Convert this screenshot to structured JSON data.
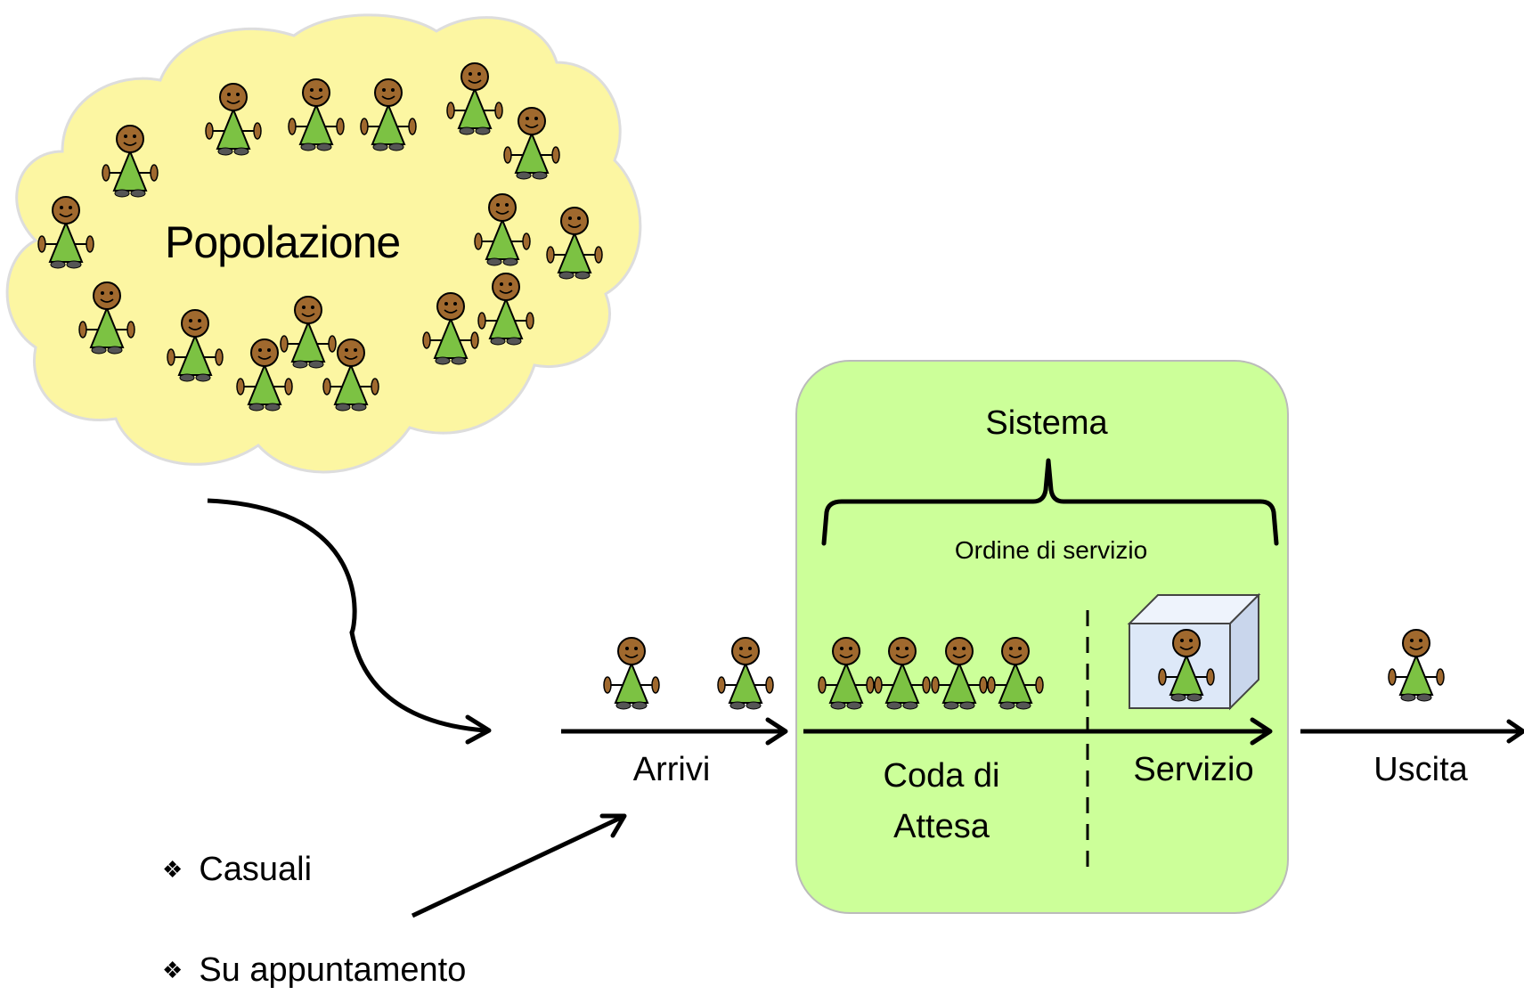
{
  "population": {
    "label": "Popolazione"
  },
  "system": {
    "title": "Sistema",
    "service_order": "Ordine di servizio",
    "queue_label": "Coda di\nAttesa",
    "queue_line1": "Coda di",
    "queue_line2": "Attesa",
    "service_label": "Servizio"
  },
  "flow": {
    "arrivals_label": "Arrivi",
    "exit_label": "Uscita"
  },
  "arrival_types": [
    {
      "label": "Casuali"
    },
    {
      "label": "Su appuntamento"
    }
  ],
  "icons": {
    "person": "person-icon",
    "bullet": "diamond-bullet-icon",
    "server": "server-cube-icon"
  },
  "colors": {
    "cloud_fill": "#fcf6a2",
    "system_fill": "#ccff99",
    "person_head": "#a0692e",
    "person_body": "#7cc243",
    "person_feet": "#555555",
    "cube_fill": "#dde8f8",
    "line": "#000000"
  }
}
